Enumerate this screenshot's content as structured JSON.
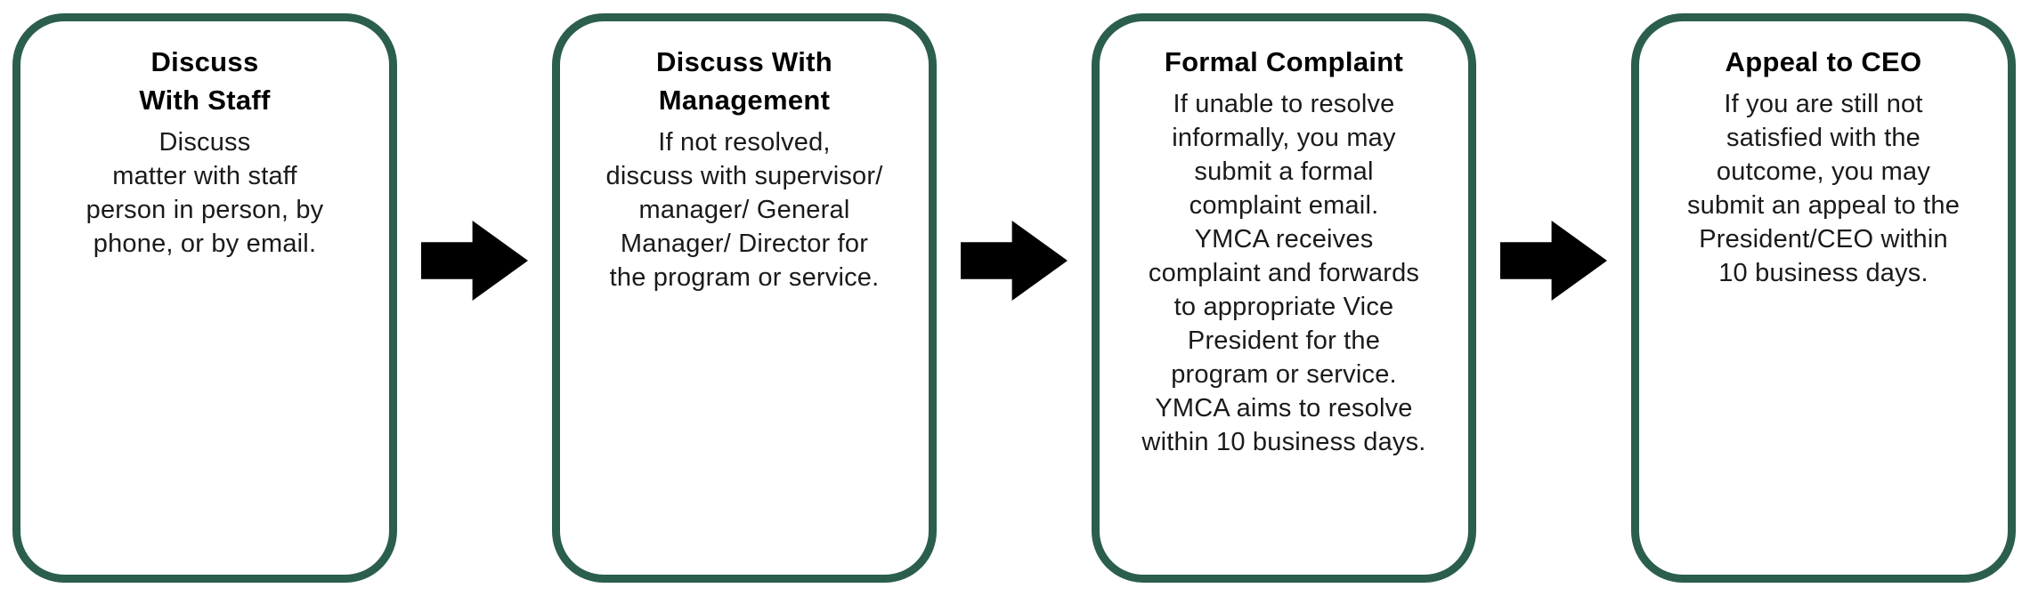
{
  "flow": {
    "colors": {
      "background": "#ffffff",
      "box_border": "#2b5e4d",
      "arrow": "#000000",
      "title_text": "#000000",
      "body_text": "#1a1a1a"
    },
    "steps": [
      {
        "title": "Discuss\nWith Staff",
        "body": "Discuss\nmatter with staff\nperson in person, by\nphone, or by email."
      },
      {
        "title": "Discuss With\nManagement",
        "body": "If not resolved,\ndiscuss with supervisor/\nmanager/ General\nManager/ Director for\nthe program or service."
      },
      {
        "title": "Formal Complaint",
        "body": "If unable to resolve\ninformally, you may\nsubmit a formal\ncomplaint email.\nYMCA receives\ncomplaint and forwards\nto appropriate Vice\nPresident for the\nprogram or service.\nYMCA aims to resolve\nwithin 10 business days."
      },
      {
        "title": "Appeal to CEO",
        "body": "If you are still not\nsatisfied with the\noutcome, you may\nsubmit an appeal to the\nPresident/CEO within\n10 business days."
      }
    ]
  }
}
